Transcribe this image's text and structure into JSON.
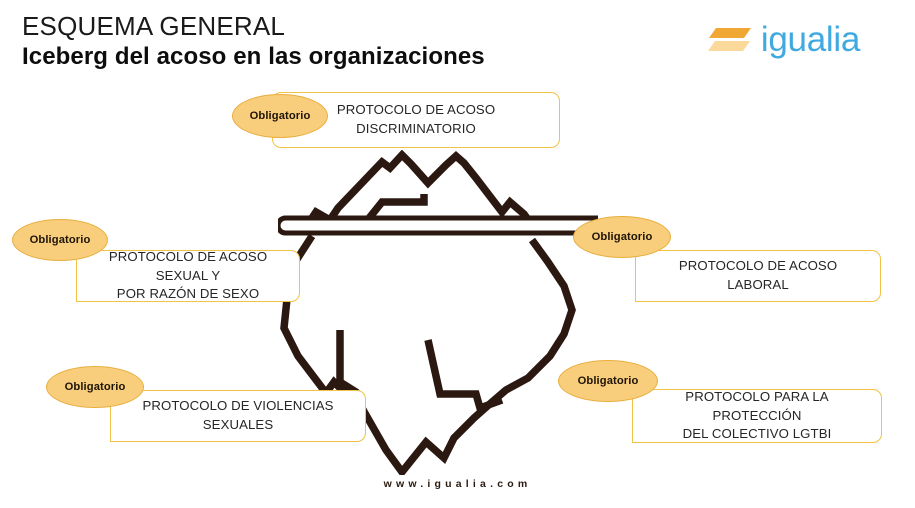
{
  "header": {
    "eyebrow": "ESQUEMA GENERAL",
    "title": "Iceberg del acoso en las organizaciones"
  },
  "logo": {
    "wordmark": "igualia",
    "mark_icon": "equals-slanted-bars-icon",
    "text_color": "#3FA9E0",
    "bar_top_color": "#F0A733",
    "bar_bottom_color": "#FBD99B"
  },
  "illustration": {
    "name": "iceberg-illustration",
    "stroke_color": "#2B1810",
    "waterline_label": "waterline-bar"
  },
  "theme": {
    "box_border": "#F2C244",
    "badge_fill": "#F8CE7C",
    "badge_border": "#E8AE3C",
    "text_color": "#262626"
  },
  "callouts": [
    {
      "id": "top",
      "badge": "Obligatorio",
      "text": "PROTOCOLO DE ACOSO\nDISCRIMINATORIO"
    },
    {
      "id": "left",
      "badge": "Obligatorio",
      "text": "PROTOCOLO DE ACOSO SEXUAL Y\nPOR RAZÓN DE SEXO"
    },
    {
      "id": "right",
      "badge": "Obligatorio",
      "text": "PROTOCOLO DE ACOSO LABORAL"
    },
    {
      "id": "bottom-left",
      "badge": "Obligatorio",
      "text": "PROTOCOLO DE VIOLENCIAS\nSEXUALES"
    },
    {
      "id": "bottom-right",
      "badge": "Obligatorio",
      "text": "PROTOCOLO PARA LA PROTECCIÓN\nDEL COLECTIVO LGTBI"
    }
  ],
  "footer": {
    "website": "www.igualia.com"
  }
}
